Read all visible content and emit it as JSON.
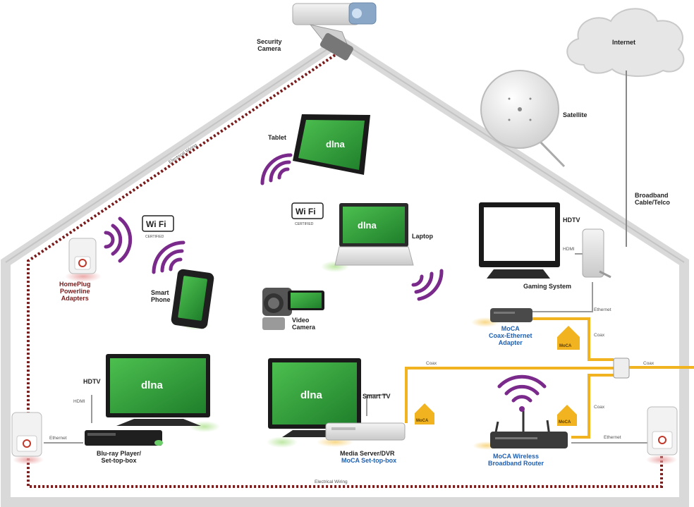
{
  "colors": {
    "house_outline": "#d9d9d9",
    "electrical_wiring": "#7a1b1b",
    "coax": "#f2b320",
    "ethernet": "#9a9a9a",
    "screen_green": "#2f9a3a",
    "wireless": "#7a2a8a",
    "label_blue": "#1f5fb0"
  },
  "screen_logo": "dlna",
  "wifi_badge": {
    "text": "Wi Fi",
    "subtext": "CERTIFIED"
  },
  "moca_badge": {
    "text": "MoCA"
  },
  "devices": {
    "security_camera": "Security\nCamera",
    "internet": "Internet",
    "satellite": "Satellite",
    "broadband": "Broadband\nCable/Telco",
    "tablet": "Tablet",
    "laptop": "Laptop",
    "hdtv_top": "HDTV",
    "gaming_system": "Gaming System",
    "homeplug": "HomePlug\nPowerline\nAdapters",
    "smart_phone": "Smart\nPhone",
    "video_camera": "Video\nCamera",
    "moca_adapter": "MoCA\nCoax-Ethernet\nAdapter",
    "hdtv_left": "HDTV",
    "bluray": "Blu-ray Player/\nSet-top-box",
    "smart_tv": "Smart TV",
    "media_server": "Media Server/DVR",
    "moca_settop": "MoCA Set-top-box",
    "moca_router": "MoCA Wireless\nBroadband Router"
  },
  "wires": {
    "electrical_top": "Electrical Wiring",
    "electrical_bottom": "Electrical Wiring",
    "ethernet_gaming": "Ethernet",
    "ethernet_left": "Ethernet",
    "ethernet_right": "Ethernet",
    "coax_adapter": "Coax",
    "coax_main": "Coax",
    "coax_outside": "Coax",
    "coax_router": "Coax",
    "hdmi_left": "HDMI",
    "hdmi_gaming": "HDMI"
  }
}
